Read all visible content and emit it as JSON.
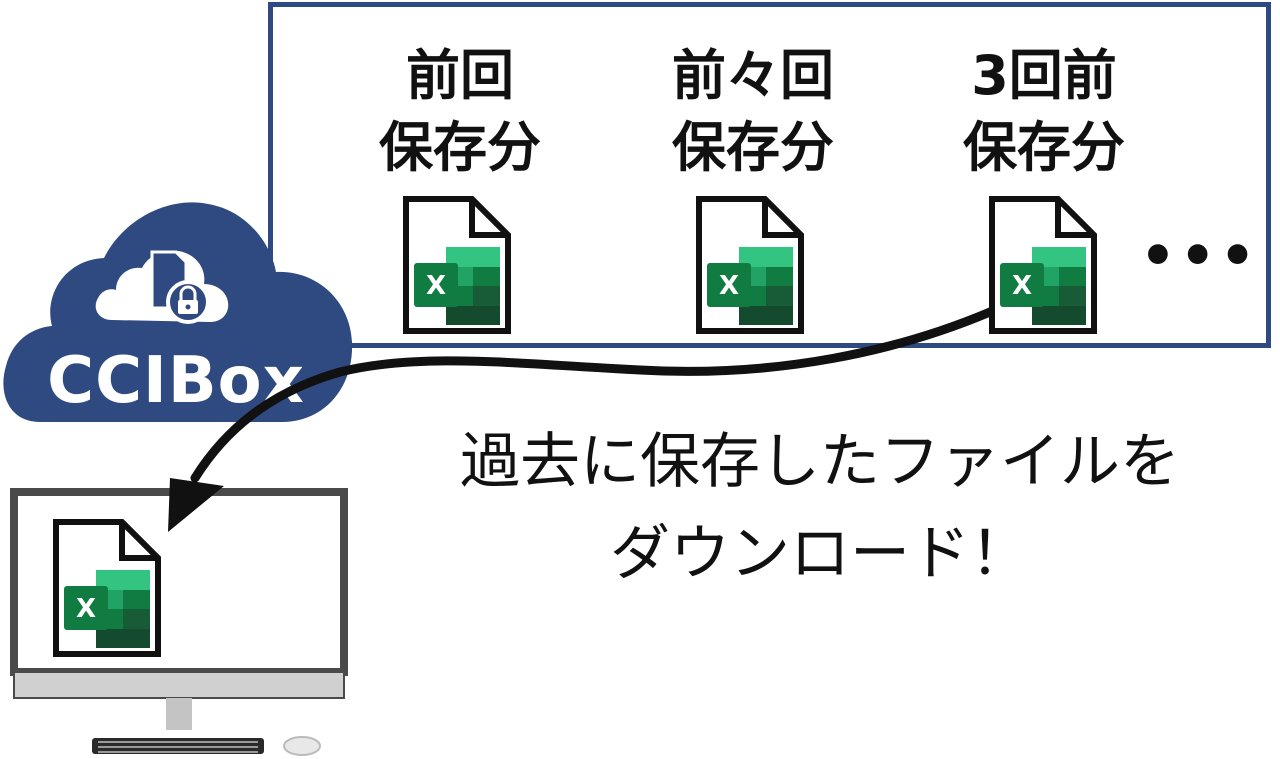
{
  "versions": [
    {
      "line1": "前回",
      "line2": "保存分",
      "icon": "excel-file-icon"
    },
    {
      "line1": "前々回",
      "line2": "保存分",
      "icon": "excel-file-icon"
    },
    {
      "line1": "3回前",
      "line2": "保存分",
      "icon": "excel-file-icon"
    }
  ],
  "more_indicator": "•••",
  "cloud": {
    "label": "CCIBox",
    "icon": "locked-document-icon",
    "color": "#2f4a80"
  },
  "caption": {
    "line1": "過去に保存したファイルを",
    "line2": "ダウンロード！"
  },
  "computer": {
    "icon": "desktop-computer-icon",
    "file_icon": "excel-file-icon"
  },
  "colors": {
    "panel_border": "#2f4a80",
    "excel_dark": "#185c37",
    "excel_mid": "#21a366",
    "excel_light": "#33c481"
  }
}
